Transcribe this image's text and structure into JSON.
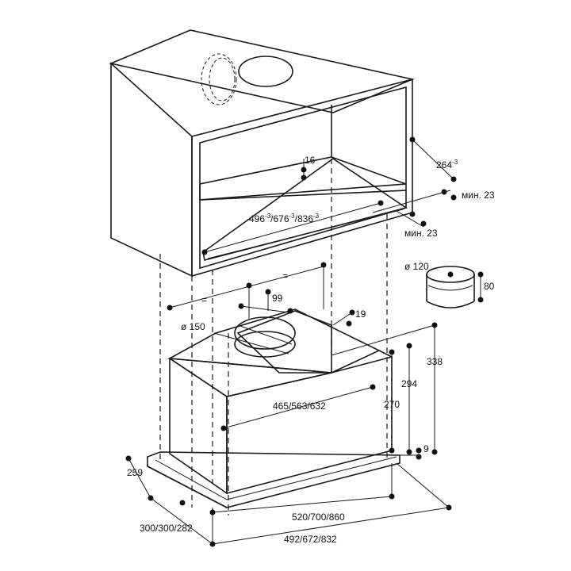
{
  "diagram": {
    "labels": {
      "cab_depth": "264",
      "cab_depth_sup": "-3",
      "gap_16": "16",
      "min_23_top": "мин. 23",
      "min_23_bottom": "мин. 23",
      "cutout_a": "496",
      "cutout_b": "/676",
      "cutout_c": "/836",
      "cutout_sup": "-3",
      "equal_left": "=",
      "equal_right": "=",
      "duct_99": "99",
      "duct_19": "19",
      "duct_dia": "ø 150",
      "adapter_dia": "ø 120",
      "adapter_h": "80",
      "h_338": "338",
      "h_294": "294",
      "h_270": "270",
      "h_9": "9",
      "inner_width": "465/563/632",
      "depth_259": "259",
      "depth_300": "300/300/282",
      "width_520": "520/700/860",
      "width_492": "492/672/832"
    }
  }
}
